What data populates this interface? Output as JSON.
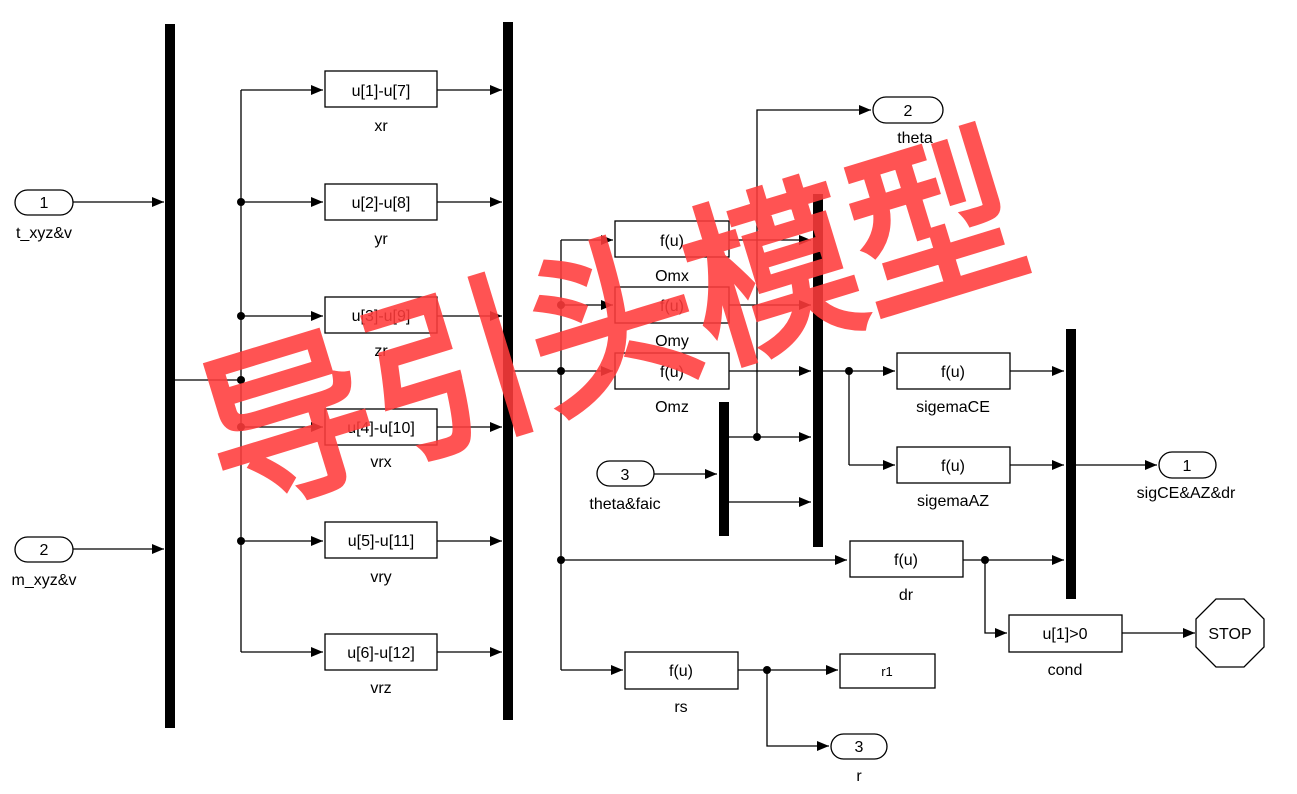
{
  "inports": [
    {
      "id": "in-1",
      "number": "1",
      "label": "t_xyz&v"
    },
    {
      "id": "in-2",
      "number": "2",
      "label": "m_xyz&v"
    },
    {
      "id": "in-3",
      "number": "3",
      "label": "theta&faic"
    }
  ],
  "outports": [
    {
      "id": "out-theta",
      "number": "2",
      "label": "theta"
    },
    {
      "id": "out-sig",
      "number": "1",
      "label": "sigCE&AZ&dr"
    },
    {
      "id": "out-r",
      "number": "3",
      "label": "r"
    }
  ],
  "subtract_blocks": [
    {
      "expr": "u[1]-u[7]",
      "name": "xr"
    },
    {
      "expr": "u[2]-u[8]",
      "name": "yr"
    },
    {
      "expr": "u[3]-u[9]",
      "name": "zr"
    },
    {
      "expr": "u[4]-u[10]",
      "name": "vrx"
    },
    {
      "expr": "u[5]-u[11]",
      "name": "vry"
    },
    {
      "expr": "u[6]-u[12]",
      "name": "vrz"
    }
  ],
  "fcn_blocks": [
    {
      "expr": "f(u)",
      "name": "Omx"
    },
    {
      "expr": "f(u)",
      "name": "Omy"
    },
    {
      "expr": "f(u)",
      "name": "Omz"
    },
    {
      "expr": "f(u)",
      "name": "sigemaCE"
    },
    {
      "expr": "f(u)",
      "name": "sigemaAZ"
    },
    {
      "expr": "f(u)",
      "name": "dr"
    },
    {
      "expr": "f(u)",
      "name": "rs"
    }
  ],
  "compare_block": {
    "expr": "u[1]>0",
    "name": "cond"
  },
  "goto_block": {
    "tag": "r1"
  },
  "stop_block": {
    "label": "STOP"
  },
  "watermark": "导引头模型",
  "colors": {
    "watermark": "#ff3b3b",
    "line": "#000000",
    "block_fill": "#ffffff"
  }
}
